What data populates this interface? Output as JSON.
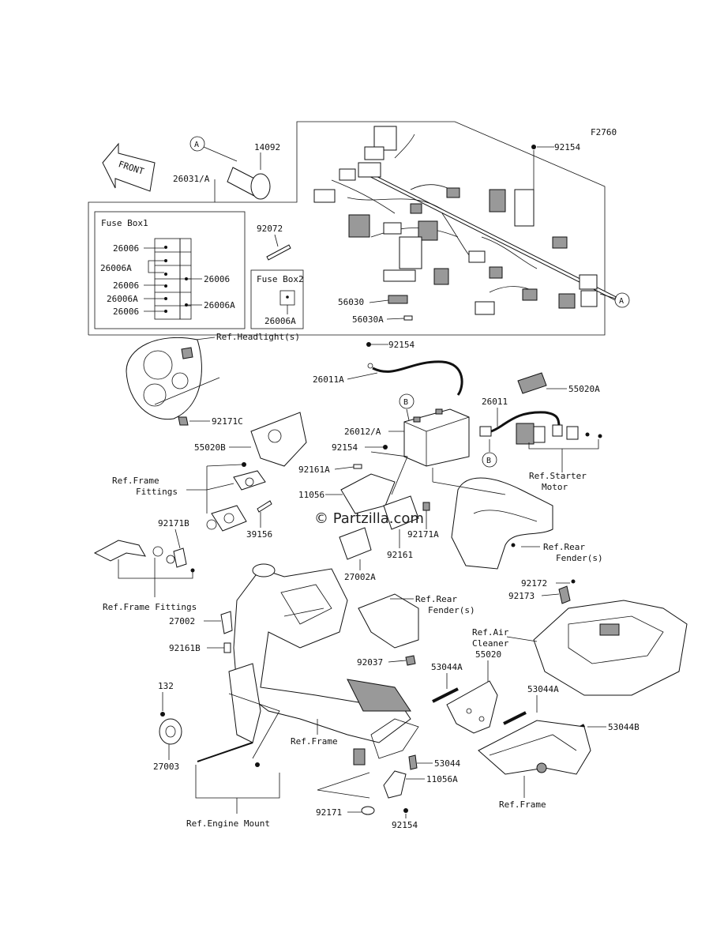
{
  "figure_code": "F2760",
  "front_label": "FRONT",
  "watermark": "© Partzilla.com",
  "callouts": {
    "A": "A",
    "B": "B"
  },
  "fuse_box1": {
    "title": "Fuse Box1",
    "left_labels": [
      "26006",
      "26006A",
      "26006",
      "26006A",
      "26006"
    ],
    "right_labels": [
      "26006",
      "26006A"
    ]
  },
  "fuse_box2": {
    "title": "Fuse Box2",
    "label": "26006A"
  },
  "parts": {
    "p14092": "14092",
    "p26031A": "26031/A",
    "p92072": "92072",
    "p92154_top": "92154",
    "p56030": "56030",
    "p56030A": "56030A",
    "p92154_mid": "92154",
    "p26011A": "26011A",
    "p55020A": "55020A",
    "p26011": "26011",
    "p26012A": "26012/A",
    "p92154_b": "92154",
    "p92161A": "92161A",
    "p11056": "11056",
    "p92171A": "92171A",
    "p92161": "92161",
    "p27002A": "27002A",
    "p92171C": "92171C",
    "p55020B": "55020B",
    "p39156": "39156",
    "p92171B": "92171B",
    "p27002": "27002",
    "p92161B": "92161B",
    "p132": "132",
    "p27003": "27003",
    "p92037": "92037",
    "p53044A_1": "53044A",
    "p55020": "55020",
    "p53044A_2": "53044A",
    "p53044B": "53044B",
    "p53044": "53044",
    "p11056A": "11056A",
    "p92171": "92171",
    "p92154_bot": "92154",
    "p92172": "92172",
    "p92173": "92173"
  },
  "refs": {
    "headlight": "Ref.Headlight(s)",
    "frame_fittings_1a": "Ref.Frame",
    "frame_fittings_1b": "Fittings",
    "frame_fittings_2": "Ref.Frame Fittings",
    "starter_a": "Ref.Starter",
    "starter_b": "Motor",
    "rear_fender_1a": "Ref.Rear",
    "rear_fender_1b": "Fender(s)",
    "rear_fender_2a": "Ref.Rear",
    "rear_fender_2b": "Fender(s)",
    "air_cleaner_a": "Ref.Air",
    "air_cleaner_b": "Cleaner",
    "frame_1": "Ref.Frame",
    "frame_2": "Ref.Frame",
    "engine_mount": "Ref.Engine Mount"
  }
}
